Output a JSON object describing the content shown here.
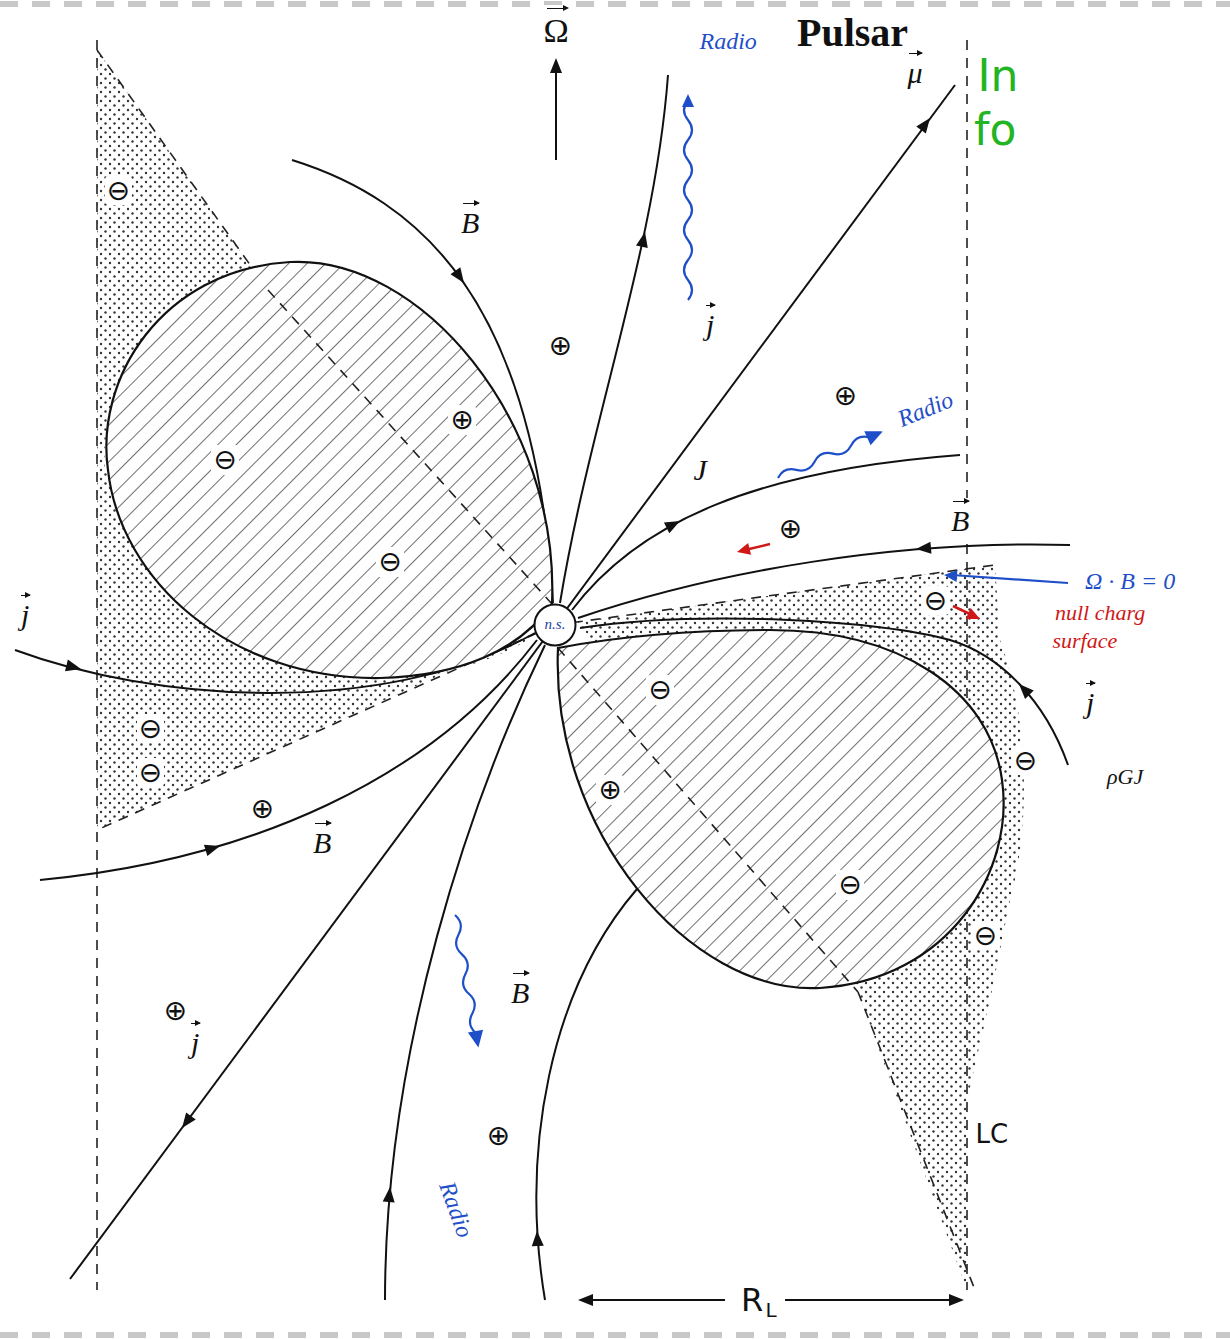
{
  "diagram": {
    "title": "Pulsar",
    "nodes": [
      {
        "text": [
          "⊖",
          "⊕",
          "⊖"
        ]
      },
      {
        "text": [
          "n.s."
        ]
      },
      {
        "text": [
          "⊖",
          "⊕",
          "⊖"
        ]
      }
    ],
    "labels": [
      "Ω",
      "Radio",
      "In",
      "fo",
      "μ",
      "B",
      "⊕",
      "j",
      "⊕",
      "Radio",
      "J",
      "B",
      "⊕",
      "Ω · B = 0",
      "null charg",
      "surface",
      "⊖",
      "j",
      "⊖",
      "⊖",
      "j",
      "⊖",
      "ρGJ",
      "⊖",
      "⊕",
      "B",
      "⊖",
      "B",
      "⊕",
      "j",
      "⊕",
      "Radio",
      "LC",
      "R",
      "L"
    ]
  }
}
